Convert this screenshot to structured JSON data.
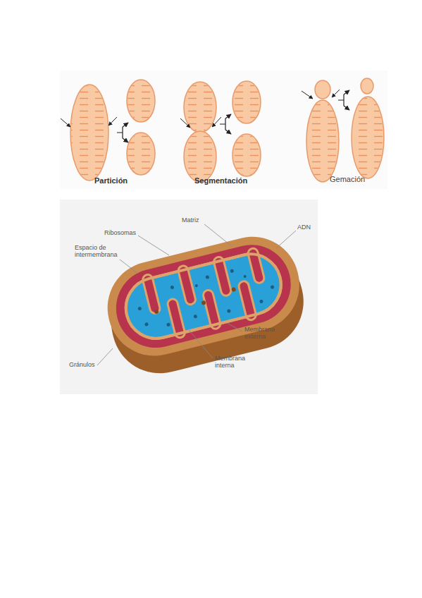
{
  "diagram": {
    "labels": [
      "Partición",
      "Segmentación",
      "Gemación",
      "Matriz",
      "Ribosomas",
      "Espacio de intermembrana",
      "ADN",
      "Membrana externa",
      "Membrana interna",
      "Gránulos"
    ]
  }
}
